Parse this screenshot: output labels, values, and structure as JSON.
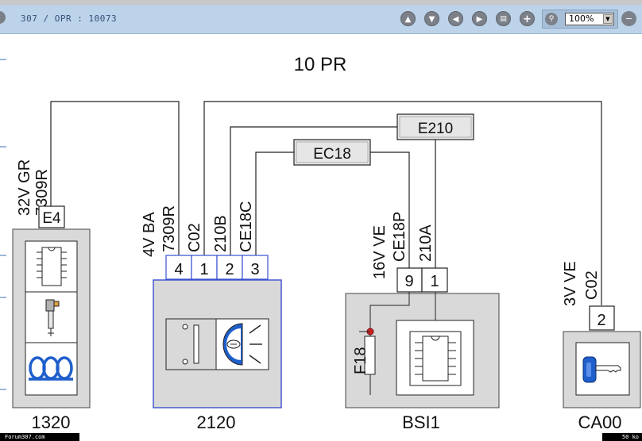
{
  "toolbar": {
    "breadcrumb": "307 / OPR : 10073",
    "zoom_value": "100%",
    "buttons": [
      "arrow-up-icon",
      "arrow-down-icon",
      "arrow-left-icon",
      "arrow-right-icon",
      "print-icon",
      "plus-icon"
    ]
  },
  "diagram": {
    "title": "10 PR",
    "boxes": {
      "e210": "E210",
      "ec18": "EC18"
    },
    "components": {
      "c1320": {
        "name": "1320",
        "pin": "E4",
        "wire_label_1": "32V GR",
        "wire_label_2": "7309R"
      },
      "c2120": {
        "name": "2120",
        "pins": [
          "4",
          "1",
          "2",
          "3"
        ],
        "group_label_1": "4V BA",
        "group_label_2": "7309R",
        "wire_labels": [
          "C02",
          "210B",
          "CE18C"
        ]
      },
      "bsi1": {
        "name": "BSI1",
        "pins": [
          "9",
          "1"
        ],
        "group_label": "16V VE",
        "wire_labels": [
          "CE18P",
          "210A"
        ],
        "fuse": "F18"
      },
      "ca00": {
        "name": "CA00",
        "pin": "2",
        "group_label_1": "3V VE",
        "group_label_2": "C02"
      }
    }
  },
  "footer": {
    "left": "Forum307.com",
    "right": "50 ko"
  }
}
